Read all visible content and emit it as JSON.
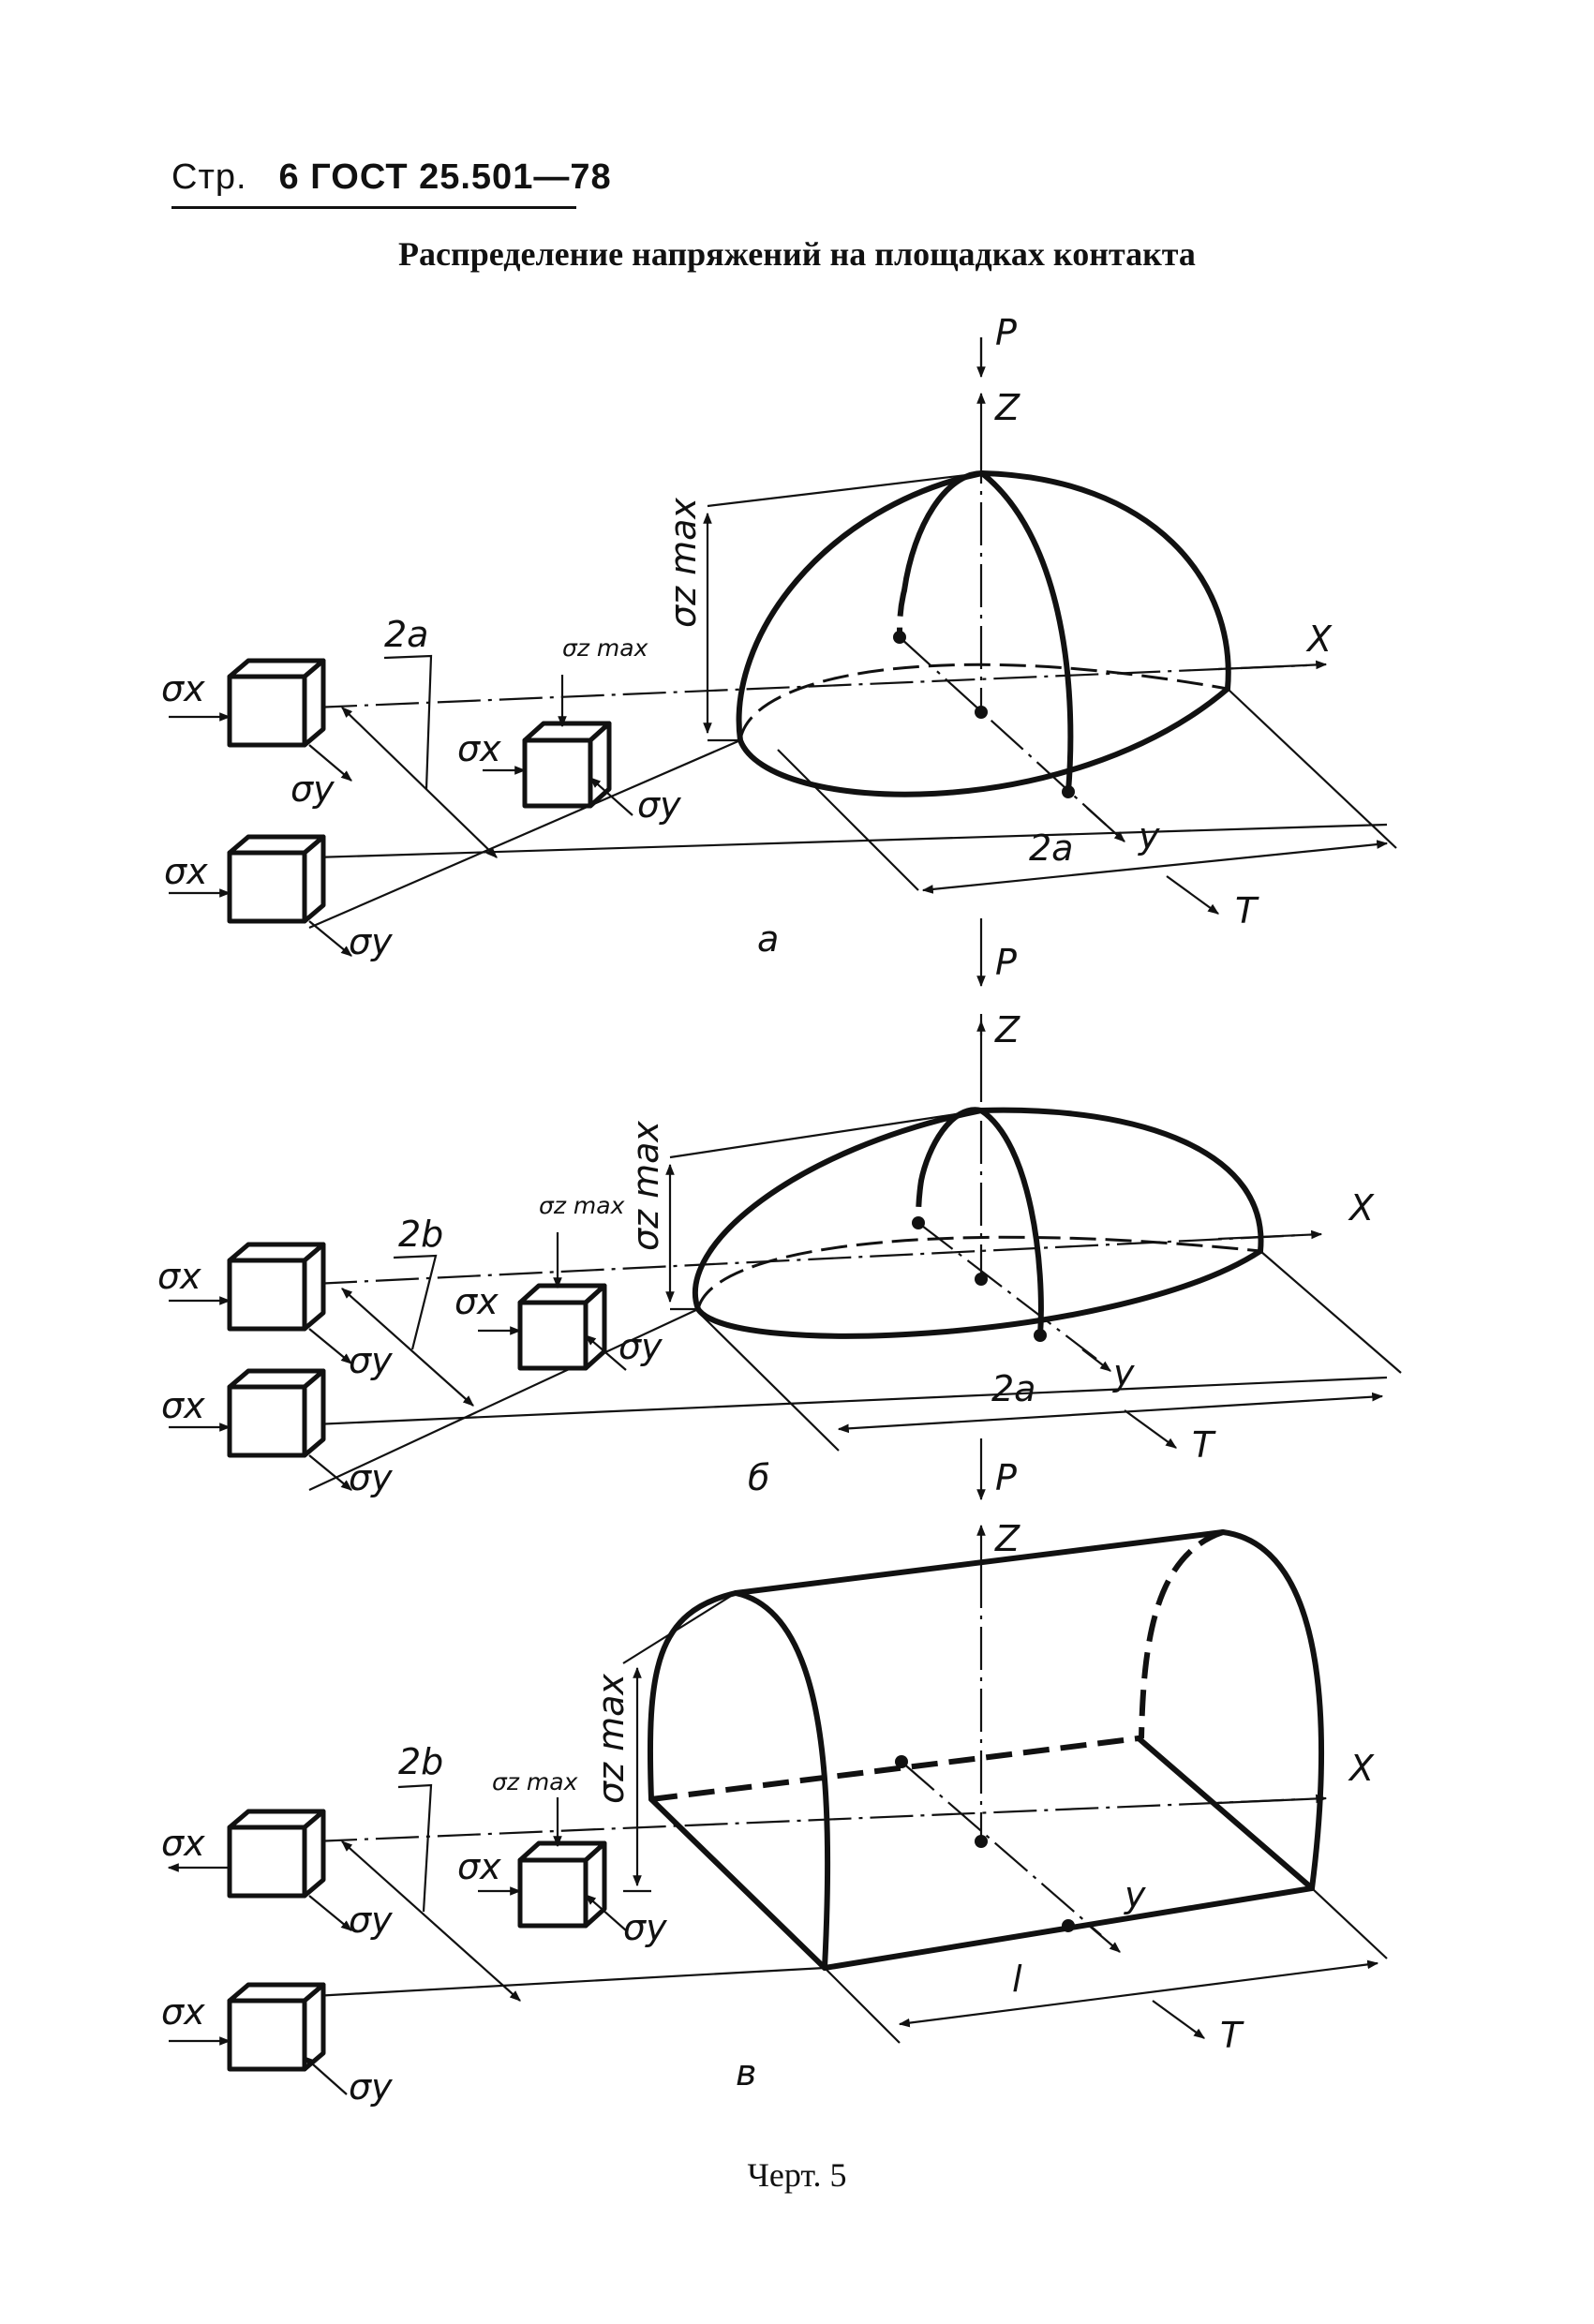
{
  "header": {
    "page_label": "Стр.",
    "doc_ref": "6 ГОСТ 25.501—78"
  },
  "title": "Распределение напряжений на площадках контакта",
  "caption": "Черт. 5",
  "labels": {
    "load": "P",
    "z_axis": "Z",
    "x_axis": "X",
    "y_axis": "y",
    "t_axis": "T",
    "sigma_x": "σx",
    "sigma_y": "σy",
    "sigma_zmax": "σz max",
    "dim_2a": "2a",
    "dim_2b": "2b",
    "dim_l": "l"
  },
  "panels": [
    {
      "id": "a",
      "letter": "а"
    },
    {
      "id": "b",
      "letter": "б"
    },
    {
      "id": "c",
      "letter": "в"
    }
  ],
  "colors": {
    "ink": "#111111",
    "paper": "#ffffff"
  }
}
